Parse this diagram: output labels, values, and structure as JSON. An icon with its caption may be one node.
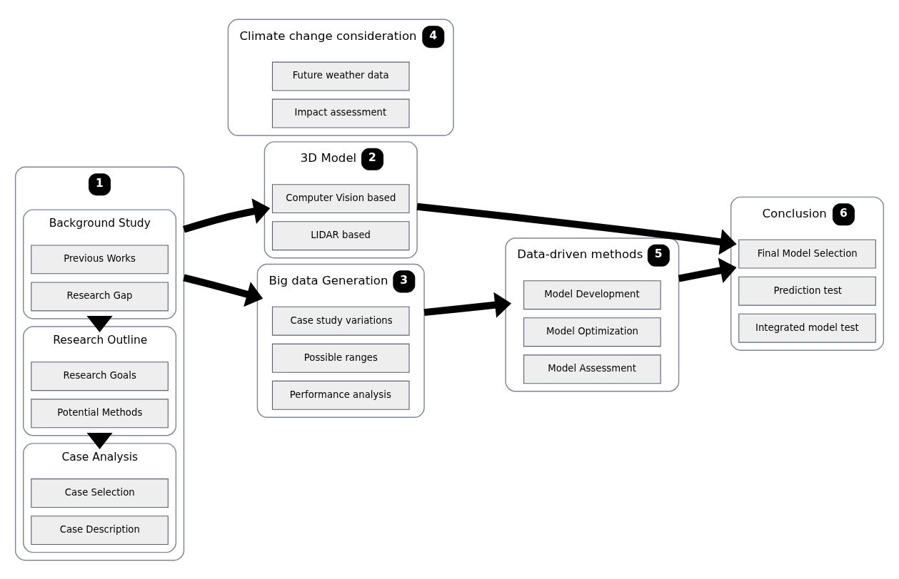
{
  "diagram": {
    "nodes": [
      {
        "text": [],
        "shape": "box",
        "beside": [
          "1"
        ]
      },
      {
        "text": [
          "Background Study"
        ],
        "in": 0
      },
      {
        "text": [
          "Previous Works"
        ],
        "in": 1
      },
      {
        "text": [
          "Research Gap"
        ],
        "in": 1
      },
      {
        "text": [
          "Research Outline"
        ],
        "in": 0
      },
      {
        "text": [
          "Research Goals"
        ],
        "in": 4
      },
      {
        "text": [
          "Potential Methods"
        ],
        "in": 4
      },
      {
        "text": [
          "Case Analysis"
        ],
        "in": 0
      },
      {
        "text": [
          "Case Selection"
        ],
        "in": 7
      },
      {
        "text": [
          "Case Description"
        ],
        "in": 7
      },
      {
        "text": [
          "3D Model"
        ],
        "beside": [
          "2"
        ]
      },
      {
        "text": [
          "Computer Vision based"
        ],
        "in": 10
      },
      {
        "text": [
          "LIDAR based"
        ],
        "in": 10
      },
      {
        "text": [
          "Big data Generation"
        ],
        "beside": [
          "3"
        ]
      },
      {
        "text": [
          "Case study variations"
        ],
        "in": 13
      },
      {
        "text": [
          "Possible ranges"
        ],
        "in": 13
      },
      {
        "text": [
          "Performance analysis"
        ],
        "in": 13
      },
      {
        "text": [
          "Climate change consideration"
        ],
        "beside": [
          "4"
        ]
      },
      {
        "text": [
          "Future weather data"
        ],
        "in": 17
      },
      {
        "text": [
          "Impact assessment"
        ],
        "in": 17
      },
      {
        "text": [
          "Conclusion"
        ],
        "beside": [
          "6"
        ]
      },
      {
        "text": [
          "Final Model Selection"
        ],
        "in": 20
      },
      {
        "text": [
          "Prediction test"
        ],
        "in": 20
      },
      {
        "text": [
          "Integrated model test"
        ],
        "in": 20
      },
      {
        "text": [
          "Data-driven methods"
        ],
        "beside": [
          "5"
        ]
      },
      {
        "text": [
          "Model Development"
        ],
        "in": 24
      },
      {
        "text": [
          "Model Optimization"
        ],
        "in": 24
      },
      {
        "text": [
          "Model Assessment"
        ],
        "in": 24
      }
    ],
    "edges": [
      {
        "from": 1,
        "to": 4,
        "arrow": "to"
      },
      {
        "from": 4,
        "to": 7,
        "arrow": "to"
      },
      {
        "from": 0,
        "to": 10,
        "arrow": "to"
      },
      {
        "from": 0,
        "to": 13,
        "arrow": "to"
      },
      {
        "from": 10,
        "to": 20,
        "arrow": "to"
      },
      {
        "from": 13,
        "to": 24,
        "arrow": "to"
      },
      {
        "from": 24,
        "to": 20,
        "arrow": "to"
      }
    ]
  }
}
